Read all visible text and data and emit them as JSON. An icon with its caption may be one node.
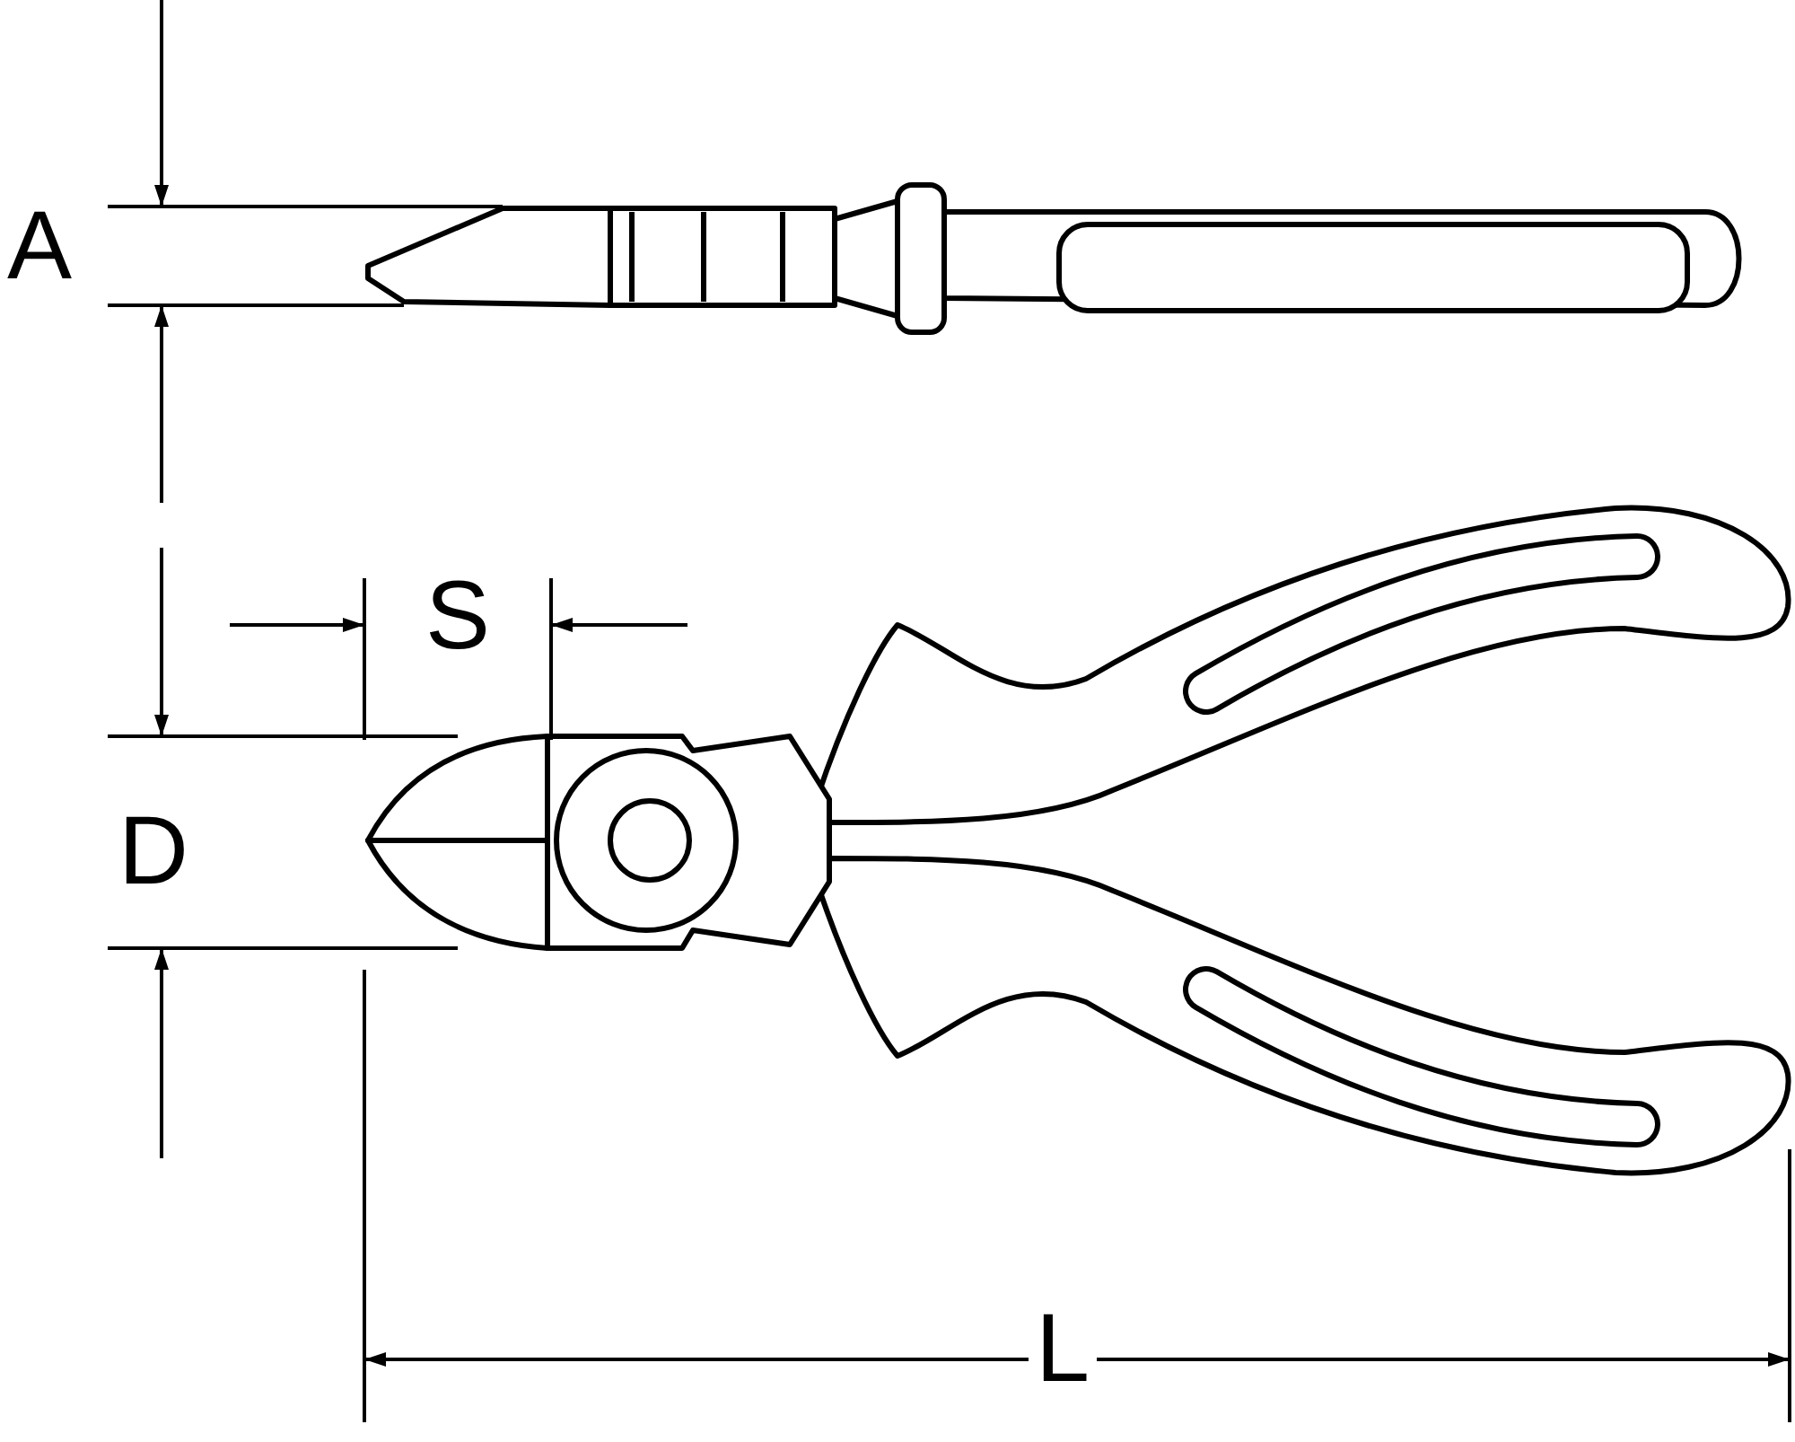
{
  "diagram": {
    "labels": [
      "A",
      "S",
      "D",
      "L"
    ]
  }
}
